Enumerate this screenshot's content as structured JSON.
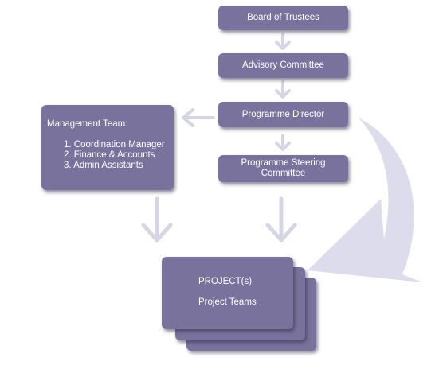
{
  "colors": {
    "box_fill": "#79729c",
    "box_text": "#ffffff",
    "connector": "#d6d5e6",
    "curve_arrow": "#dcdcec"
  },
  "nodes": {
    "board": "Board of Trustees",
    "advisory": "Advisory Committee",
    "director": "Programme Director",
    "steering": "Programme Steering Committee",
    "management": {
      "title": "Management Team:",
      "items": [
        "1. Coordination Manager",
        "2. Finance & Accounts",
        "3. Admin Assistants"
      ]
    },
    "project": {
      "title": "PROJECT(s)",
      "subtitle": "Project Teams"
    }
  },
  "edges": [
    {
      "from": "board",
      "to": "advisory"
    },
    {
      "from": "advisory",
      "to": "director"
    },
    {
      "from": "director",
      "to": "management"
    },
    {
      "from": "director",
      "to": "steering"
    },
    {
      "from": "director",
      "to": "project"
    },
    {
      "from": "management",
      "to": "project"
    },
    {
      "from": "steering",
      "to": "project"
    }
  ]
}
